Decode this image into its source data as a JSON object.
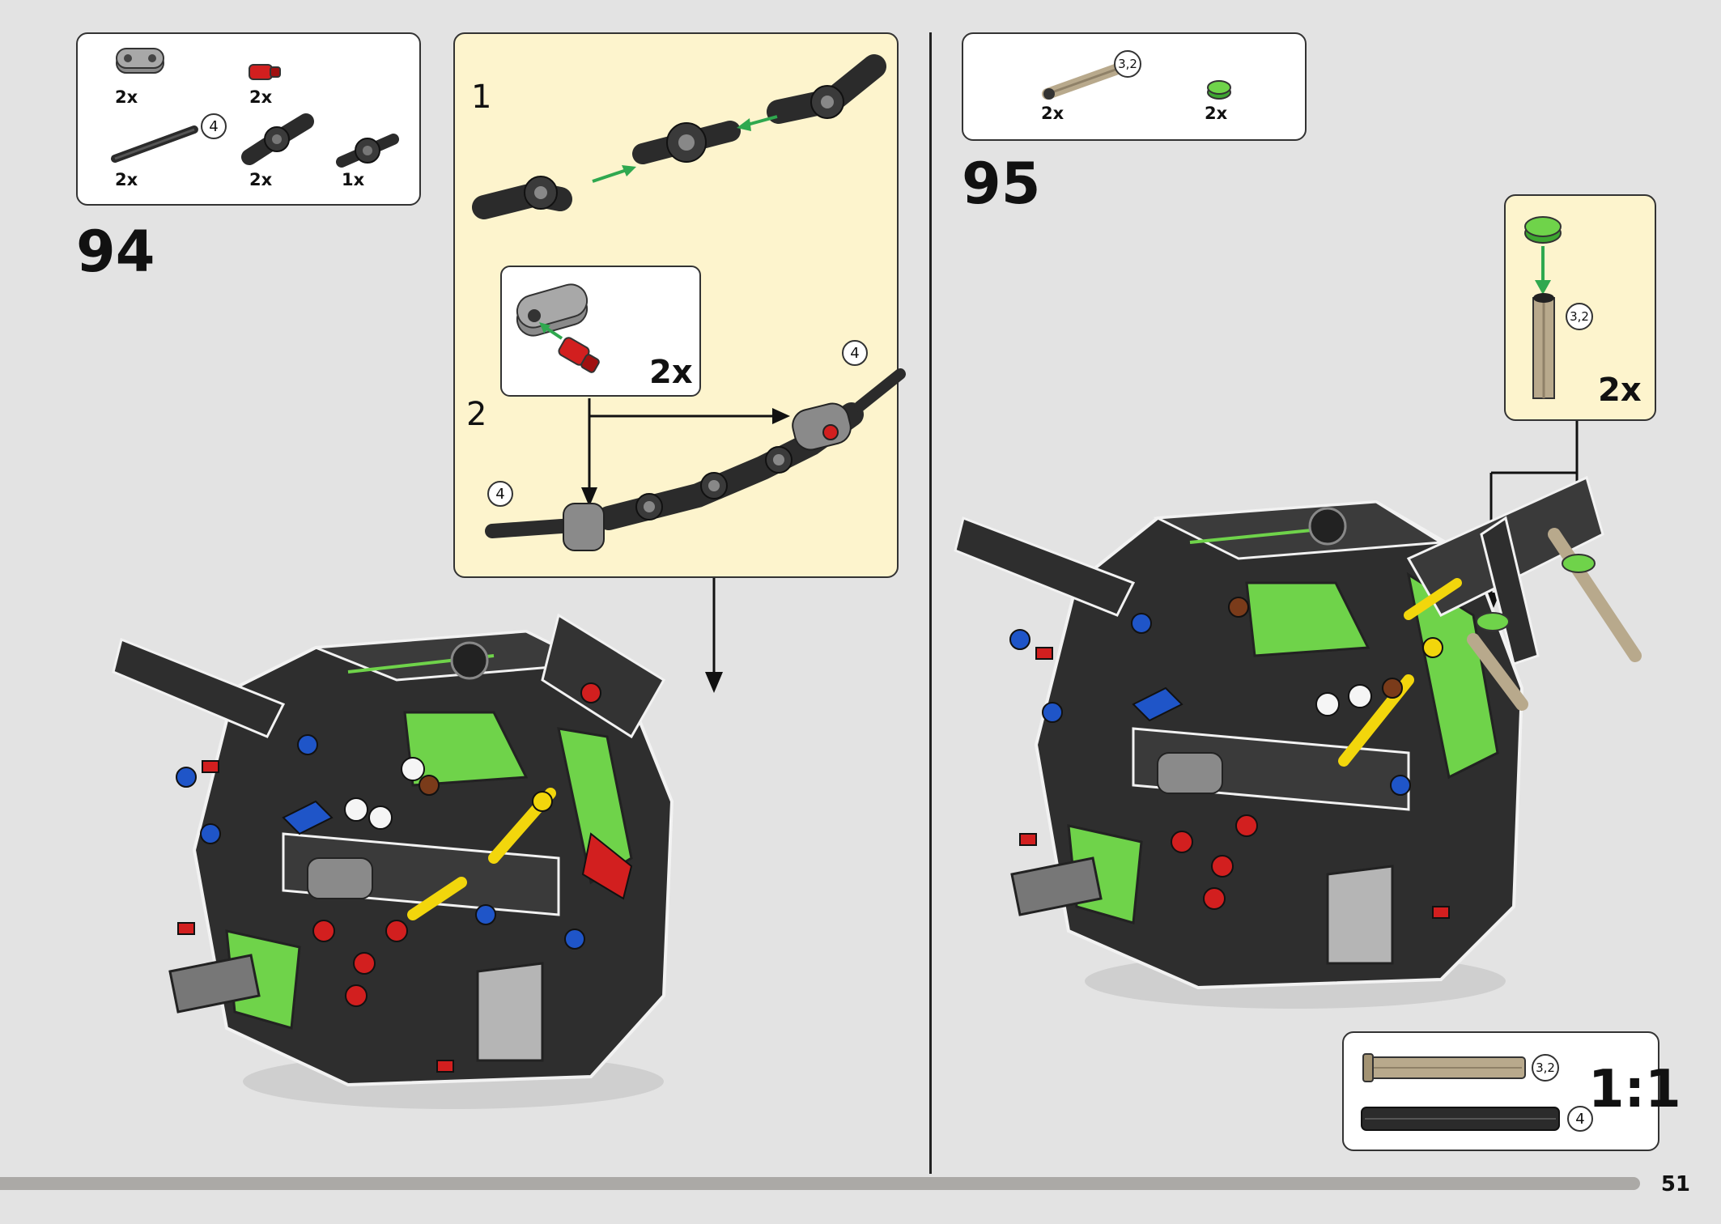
{
  "page_number": "51",
  "step94": {
    "number": "94",
    "parts": [
      {
        "icon": "gray-liftarm-icon",
        "qty": "2x"
      },
      {
        "icon": "red-pin-icon",
        "qty": "2x"
      },
      {
        "icon": "black-axle-icon",
        "qty": "2x",
        "length": "4"
      },
      {
        "icon": "black-connector-icon",
        "qty": "2x"
      },
      {
        "icon": "black-hub-icon",
        "qty": "1x"
      }
    ],
    "substep1": {
      "number": "1"
    },
    "substep2": {
      "number": "2",
      "callout_qty": "2x",
      "axle_length_right": "4",
      "axle_length_left": "4"
    }
  },
  "step95": {
    "number": "95",
    "parts": [
      {
        "icon": "tan-axle-icon",
        "qty": "2x",
        "length": "3,2"
      },
      {
        "icon": "green-round-tile-icon",
        "qty": "2x"
      }
    ],
    "callout": {
      "qty": "2x",
      "axle_length": "3,2"
    },
    "scale": {
      "label": "1:1",
      "tan_axle_length": "3,2",
      "black_axle_length": "4"
    }
  },
  "colors": {
    "background": "#e3e3e3",
    "callout_yellow": "#fdf4cd",
    "arrow_green": "#2fa84f",
    "lego_black": "#2b2b2b",
    "lego_lime": "#6fd34a",
    "lego_red": "#d21f1f",
    "lego_blue": "#1f55c8",
    "lego_yellow": "#f2d60c",
    "lego_tan": "#b8a98c"
  }
}
